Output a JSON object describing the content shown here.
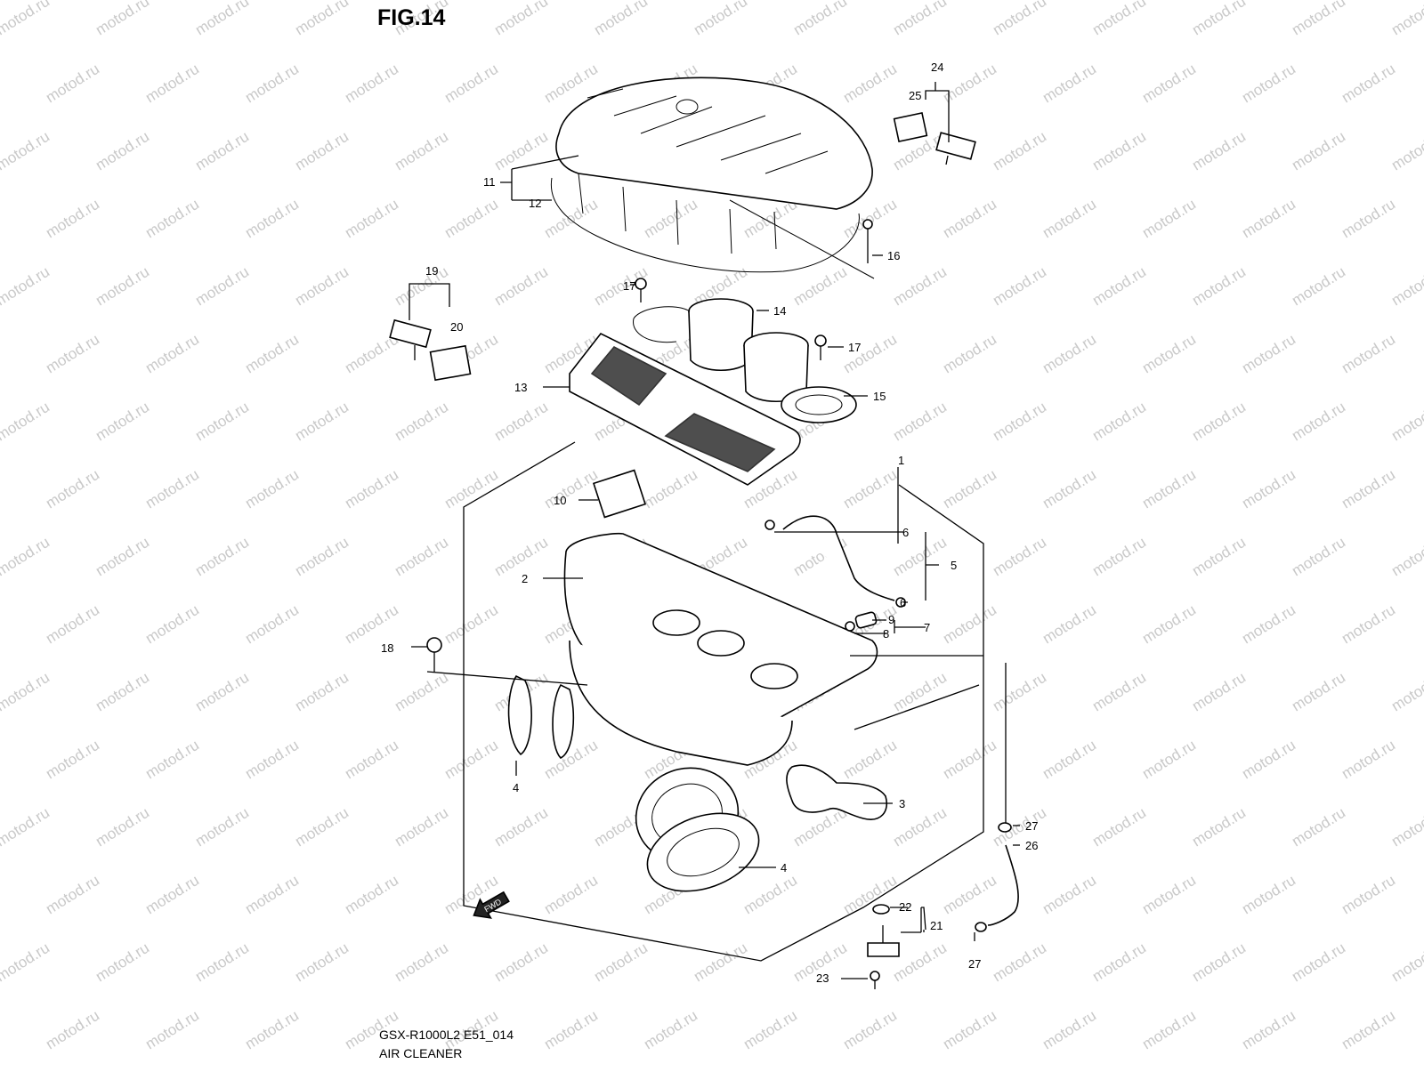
{
  "figure": {
    "title": "FIG.14",
    "model_code": "GSX-R1000L2 E51_014",
    "name": "AIR CLEANER"
  },
  "watermark": {
    "text": "motod.ru",
    "color": "#c9c9c9"
  },
  "fwd_arrow_label": "FWD",
  "callouts": [
    {
      "id": "c1",
      "label": "1"
    },
    {
      "id": "c2",
      "label": "2"
    },
    {
      "id": "c3",
      "label": "3"
    },
    {
      "id": "c4a",
      "label": "4"
    },
    {
      "id": "c4b",
      "label": "4"
    },
    {
      "id": "c5",
      "label": "5"
    },
    {
      "id": "c6a",
      "label": "6"
    },
    {
      "id": "c6b",
      "label": "6"
    },
    {
      "id": "c7",
      "label": "7"
    },
    {
      "id": "c8",
      "label": "8"
    },
    {
      "id": "c9",
      "label": "9"
    },
    {
      "id": "c10",
      "label": "10"
    },
    {
      "id": "c11",
      "label": "11"
    },
    {
      "id": "c12",
      "label": "12"
    },
    {
      "id": "c13",
      "label": "13"
    },
    {
      "id": "c14",
      "label": "14"
    },
    {
      "id": "c15",
      "label": "15"
    },
    {
      "id": "c16",
      "label": "16"
    },
    {
      "id": "c17a",
      "label": "17"
    },
    {
      "id": "c17b",
      "label": "17"
    },
    {
      "id": "c18",
      "label": "18"
    },
    {
      "id": "c19",
      "label": "19"
    },
    {
      "id": "c20",
      "label": "20"
    },
    {
      "id": "c21",
      "label": "21"
    },
    {
      "id": "c22",
      "label": "22"
    },
    {
      "id": "c23",
      "label": "23"
    },
    {
      "id": "c24",
      "label": "24"
    },
    {
      "id": "c25",
      "label": "25"
    },
    {
      "id": "c26",
      "label": "26"
    },
    {
      "id": "c27a",
      "label": "27"
    },
    {
      "id": "c27b",
      "label": "27"
    }
  ]
}
